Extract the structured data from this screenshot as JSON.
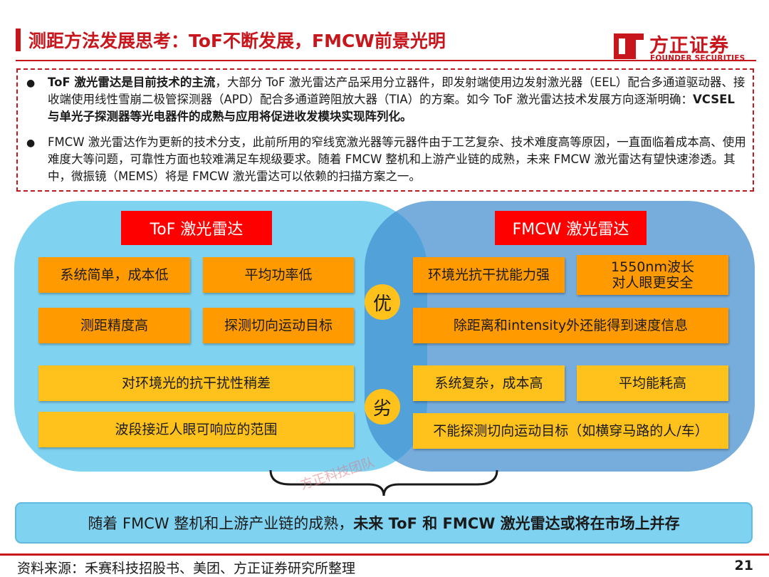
{
  "header": {
    "title": "测距方法发展思考：ToF不断发展，FMCW前景光明",
    "logo_cn": "方正证券",
    "logo_en": "FOUNDER SECURITIES"
  },
  "summary": {
    "bullet1": {
      "bold_lead": "ToF 激光雷达是目前技术的主流",
      "text": "，大部分 ToF 激光雷达产品采用分立器件，即发射端使用边发射激光器（EEL）配合多通道驱动器、接收端使用线性雪崩二极管探测器（APD）配合多通道跨阻放大器（TIA）的方案。如今 ToF 激光雷达技术发展方向逐渐明确：",
      "bold_tail": "VCSEL 与单光子探测器等光电器件的成熟与应用将促进收发模块实现阵列化。"
    },
    "bullet2": {
      "text": "FMCW 激光雷达作为更新的技术分支，此前所用的窄线宽激光器等元器件由于工艺复杂、技术难度高等原因，一直面临着成本高、使用难度大等问题，可靠性方面也较难满足车规级要求。随着 FMCW 整机和上游产业链的成熟，未来 FMCW 激光雷达有望快速渗透。其中，微振镜（MEMS）将是 FMCW 激光雷达可以依赖的扫描方案之一。"
    }
  },
  "venn": {
    "tof_label": "ToF 激光雷达",
    "fmcw_label": "FMCW 激光雷达",
    "pros_badge": "优",
    "cons_badge": "劣",
    "tof_pros": [
      "系统简单，成本低",
      "平均功率低",
      "测距精度高",
      "探测切向运动目标"
    ],
    "tof_cons": [
      "对环境光的抗干扰性稍差",
      "波段接近人眼可响应的范围"
    ],
    "fmcw_pros": [
      "环境光抗干扰能力强",
      "1550nm波长",
      "对人眼更安全",
      "除距离和intensity外还能得到速度信息"
    ],
    "fmcw_cons": [
      "系统复杂，成本高",
      "平均能耗高",
      "不能探测切向运动目标（如横穿马路的人/车）"
    ]
  },
  "watermark": "方正科技团队",
  "conclusion": {
    "text": "随着 FMCW 整机和上游产业链的成熟，",
    "bold": "未来 ToF 和 FMCW 激光雷达或将在市场上并存"
  },
  "footer": {
    "source": "资料来源：禾赛科技招股书、美团、方正证券研究所整理",
    "page": "21"
  },
  "colors": {
    "brand_red": "#c8161d",
    "label_red": "#ff0000",
    "light_blue": "#7fd3f1",
    "mid_blue": "#428dd0",
    "orange": "#ff9b00",
    "yellow": "#ffc21c"
  }
}
